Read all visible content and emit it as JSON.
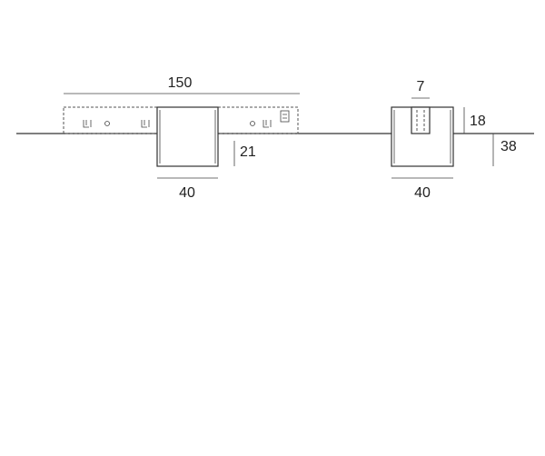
{
  "drawing": {
    "dimensions": {
      "front_length": "150",
      "front_width": "40",
      "front_depth": "21",
      "side_gap": "7",
      "side_above": "18",
      "side_total": "38",
      "side_width": "40"
    },
    "colors": {
      "line": "#333333",
      "text": "#222222",
      "background": "#ffffff"
    }
  }
}
